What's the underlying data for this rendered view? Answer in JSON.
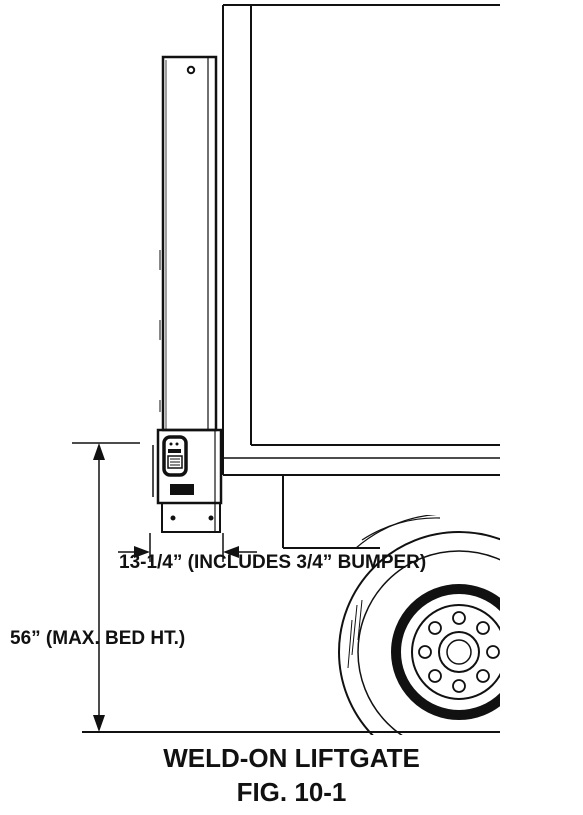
{
  "labels": {
    "width_dimension": "13-1/4” (INCLUDES 3/4” BUMPER)",
    "height_dimension": "56” (MAX. BED HT.)"
  },
  "caption": {
    "title": "WELD-ON LIFTGATE",
    "figure": "FIG. 10-1"
  },
  "colors": {
    "ink": "#111111",
    "background": "#ffffff"
  }
}
